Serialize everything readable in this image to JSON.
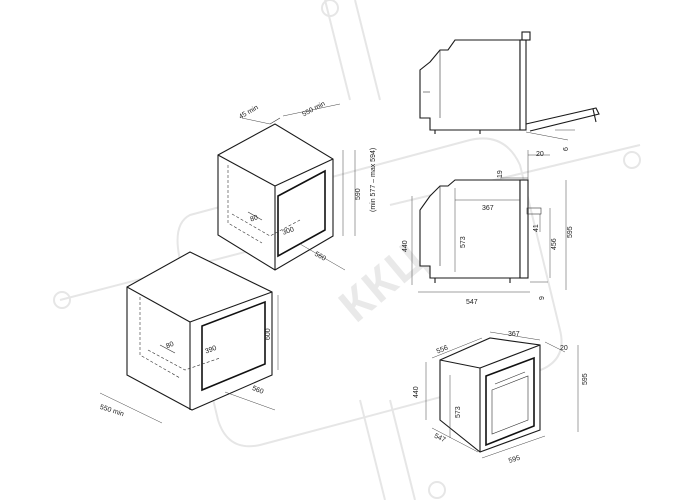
{
  "watermark": {
    "text": "ККЦ"
  },
  "cabinet_tall": {
    "dims": {
      "top_min": "45 min",
      "depth_min": "550 min",
      "height": "590",
      "niche_range": "(min 577 – max 594)",
      "cut_w": "80",
      "cut_d": "300",
      "width": "560"
    }
  },
  "cabinet_under": {
    "dims": {
      "depth_min": "550 min",
      "height": "600",
      "cut_w": "80",
      "cut_d": "390",
      "width": "560"
    }
  },
  "oven_side_top": {
    "dims": {
      "gap": "20",
      "foot": "6"
    }
  },
  "oven_side": {
    "dims": {
      "top": "19",
      "depth": "367",
      "height_total": "595",
      "height_body": "440",
      "height_inner": "573",
      "door": "41",
      "panel": "456",
      "bottom": "9",
      "base": "547"
    }
  },
  "oven_iso": {
    "dims": {
      "depth": "556",
      "top": "367",
      "gap": "20",
      "height_total": "595",
      "height_body": "440",
      "height_inner": "573",
      "base_depth": "547",
      "width": "595"
    }
  }
}
